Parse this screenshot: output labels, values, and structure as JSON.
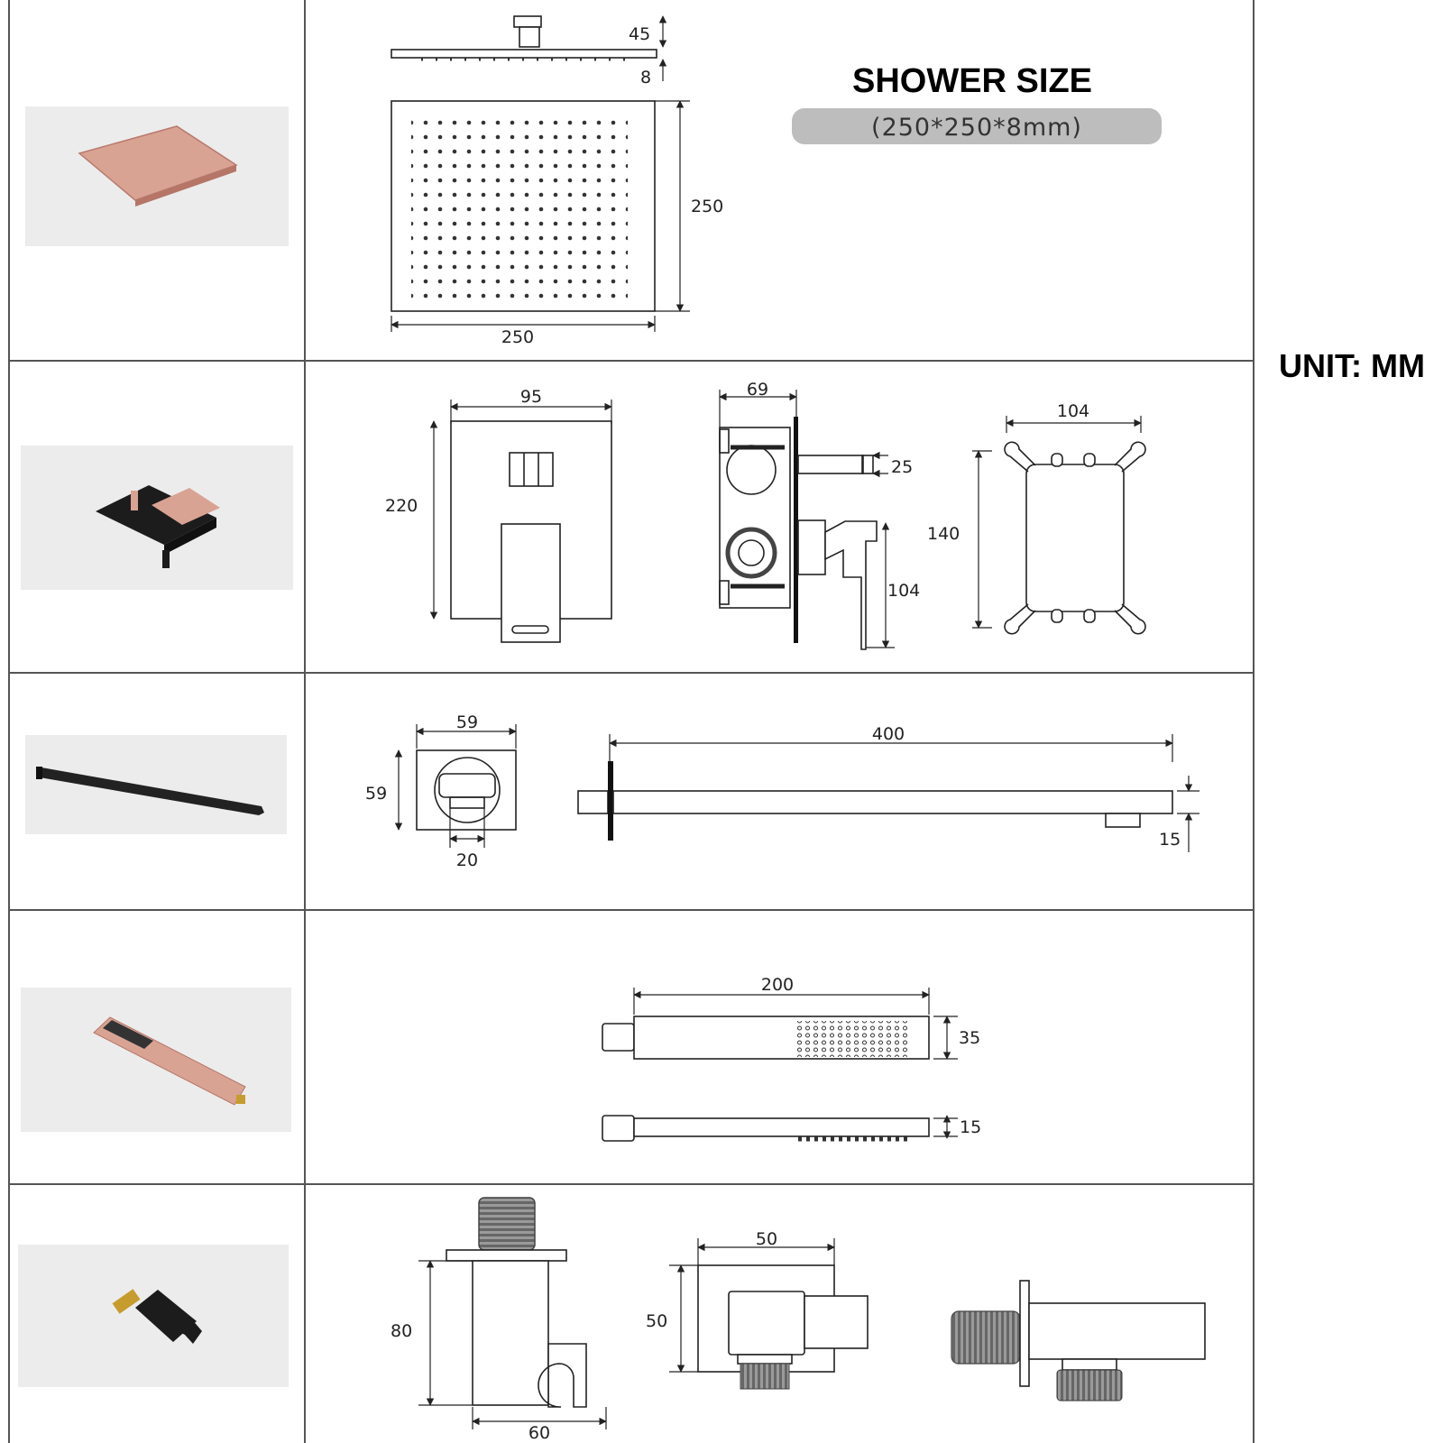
{
  "header": {
    "title": "SHOWER SIZE",
    "size_label": "(250*250*8mm)",
    "unit_label": "UNIT: MM"
  },
  "rows": [
    {
      "part": "shower-head",
      "photo_color": "#d9a394",
      "dims": {
        "arm_height": "45",
        "plate_thickness": "8",
        "height": "250",
        "width": "250"
      }
    },
    {
      "part": "mixer-valve",
      "photo_color": "#1c1c1c",
      "dims": {
        "plate_width": "95",
        "plate_height": "220",
        "body_depth": "69",
        "outlet": "25",
        "handle_drop": "104",
        "box_width": "104",
        "box_height": "140"
      }
    },
    {
      "part": "shower-arm",
      "photo_color": "#222222",
      "dims": {
        "flange_width": "59",
        "flange_height": "59",
        "hole": "20",
        "arm_length": "400",
        "arm_height": "15"
      }
    },
    {
      "part": "hand-shower",
      "photo_color": "#d9a394",
      "dims": {
        "length": "200",
        "front_height": "35",
        "side_height": "15"
      }
    },
    {
      "part": "wall-outlet-holder",
      "photo_color": "#1c1c1c",
      "dims": {
        "holder_height": "80",
        "holder_depth": "60",
        "outlet_width": "50",
        "outlet_height": "50"
      }
    }
  ]
}
